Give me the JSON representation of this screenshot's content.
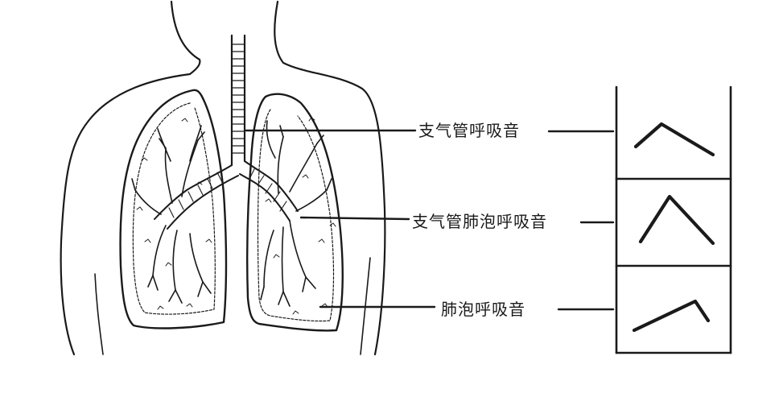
{
  "labels": {
    "bronchial": "支气管呼吸音",
    "broncho_vesicular": "支气管肺泡呼吸音",
    "vesicular": "肺泡呼吸音"
  },
  "colors": {
    "ink": "#1a1a1a",
    "background": "#ffffff"
  }
}
